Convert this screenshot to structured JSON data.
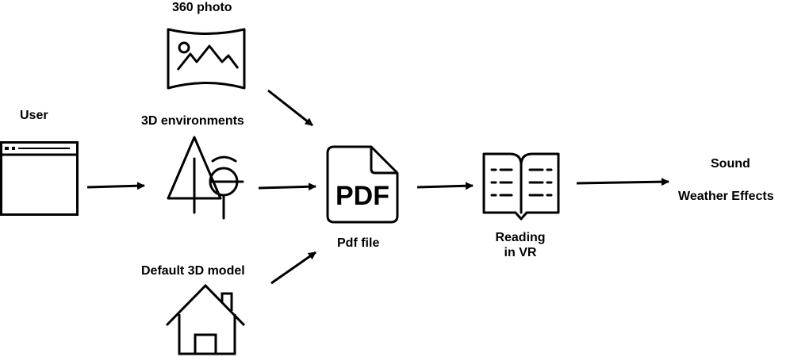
{
  "nodes": {
    "user": {
      "label": "User",
      "icon": "browser-window-icon"
    },
    "photo360": {
      "label": "360 photo",
      "icon": "panorama-image-icon"
    },
    "environments3d": {
      "label": "3D environments",
      "icon": "trees-icon"
    },
    "default_model": {
      "label": "Default 3D model",
      "icon": "house-icon"
    },
    "pdf": {
      "label": "Pdf file",
      "icon": "pdf-file-icon",
      "icon_text": "PDF"
    },
    "reading": {
      "label_line1": "Reading",
      "label_line2": "in VR",
      "icon": "open-book-icon"
    },
    "effects": {
      "line1": "Sound",
      "line2": "Weather Effects"
    }
  },
  "colors": {
    "stroke": "#000000",
    "background": "#ffffff"
  }
}
